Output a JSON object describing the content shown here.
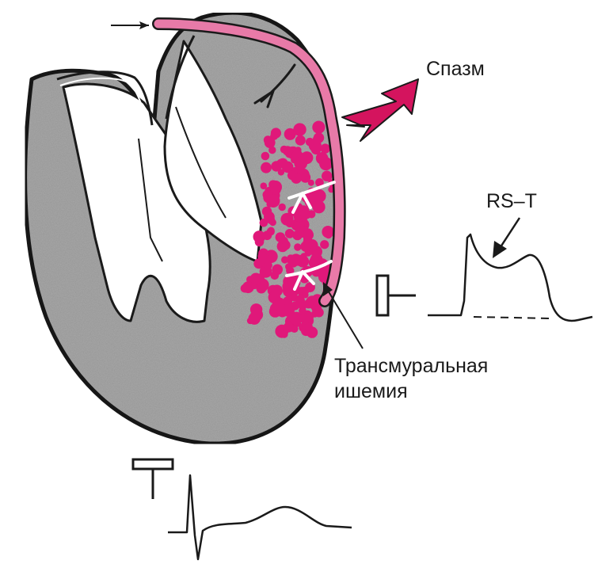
{
  "labels": {
    "spasm": "Спазм",
    "rst": "RS–T",
    "ischemia_line1": "Трансмуральная",
    "ischemia_line2": "ишемия"
  },
  "colors": {
    "ischemia": "#e0187a",
    "artery": "#e87aa8",
    "spasm_arrow": "#d4145e",
    "myocardium": "#a9a9a9",
    "outline": "#1a1a1a"
  },
  "icons": {
    "electrode_top": "ecg-electrode-icon",
    "electrode_bottom": "ecg-electrode-icon"
  }
}
